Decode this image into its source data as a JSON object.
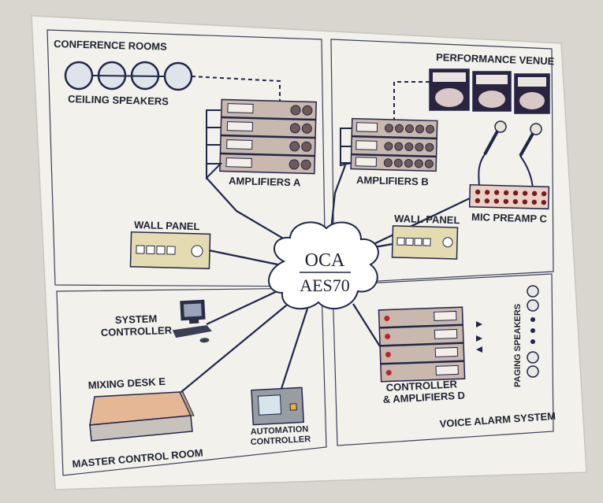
{
  "colors": {
    "wall": "#d9d6cf",
    "poster": "#f2f1ec",
    "line": "#20264a",
    "rack": "#c9b8ae",
    "knob": "#6e5a58",
    "panel": "#e4dcb0",
    "red_led": "#c0202a",
    "mic_preamp": "#e8d2c6"
  },
  "sections": {
    "conference_rooms": "CONFERENCE ROOMS",
    "performance_venue": "PERFORMANCE VENUE",
    "master_control_room": "MASTER CONTROL ROOM",
    "voice_alarm_system": "VOICE ALARM SYSTEM"
  },
  "cloud": {
    "top": "OCA",
    "bottom": "AES70"
  },
  "devices": {
    "ceiling_speakers": "CEILING SPEAKERS",
    "amplifiers_a": "AMPLIFIERS A",
    "wall_panel_left": "WALL PANEL",
    "amplifiers_b": "AMPLIFIERS B",
    "wall_panel_right": "WALL PANEL",
    "mic_preamp_c": "MIC PREAMP C",
    "system_controller_1": "SYSTEM",
    "system_controller_2": "CONTROLLER",
    "mixing_desk_e": "MIXING DESK E",
    "automation_controller_1": "AUTOMATION",
    "automation_controller_2": "CONTROLLER",
    "controller_amplifiers_d_1": "CONTROLLER",
    "controller_amplifiers_d_2": "& AMPLIFIERS D",
    "paging_speakers": "PAGING SPEAKERS"
  }
}
